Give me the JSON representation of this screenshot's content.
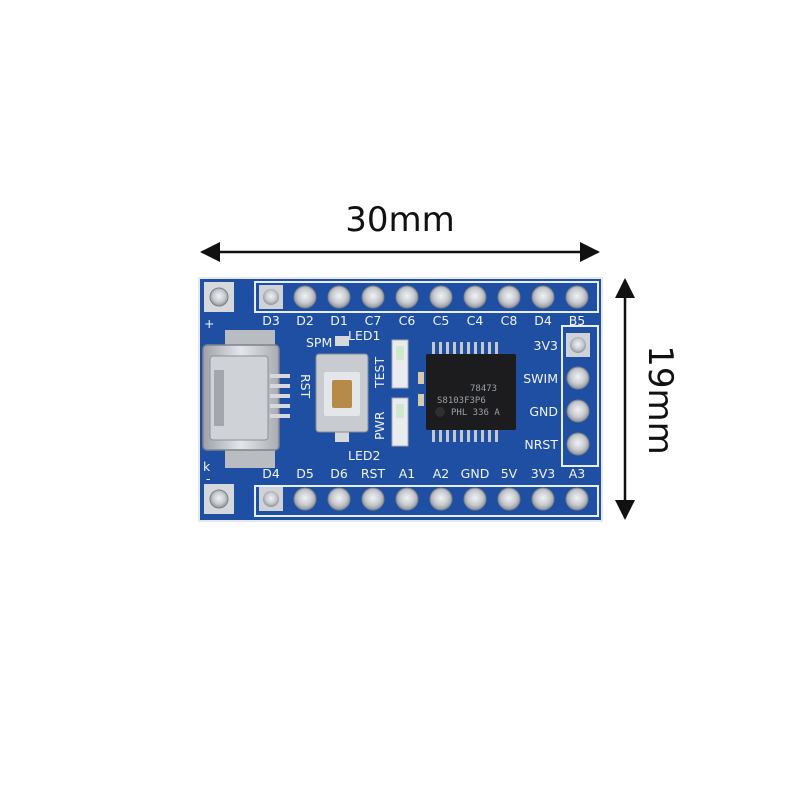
{
  "dimensions": {
    "width": "30mm",
    "height": "19mm"
  },
  "board": {
    "top_labels": [
      "D3",
      "D2",
      "D1",
      "C7",
      "C6",
      "C5",
      "C4",
      "C8",
      "D4",
      "B5"
    ],
    "bottom_labels": [
      "D4",
      "D5",
      "D6",
      "RST",
      "A1",
      "A2",
      "GND",
      "5V",
      "3V3",
      "A3"
    ],
    "right_labels": [
      "3V3",
      "SWIM",
      "GND",
      "NRST"
    ],
    "silk": {
      "rst": "RST",
      "pwr": "PWR",
      "test": "TEST",
      "led1": "LED1",
      "led2": "LED2",
      "spm": "SPM",
      "plus": "+",
      "minus": "-",
      "k": "k"
    },
    "chip": {
      "line1": "78473",
      "line2": "S8103F3P6",
      "line3": "PHL 336 A"
    },
    "colors": {
      "pcb": "#1f4fa3",
      "pad": "#c9ccd1",
      "chip": "#1c1c1f"
    }
  }
}
